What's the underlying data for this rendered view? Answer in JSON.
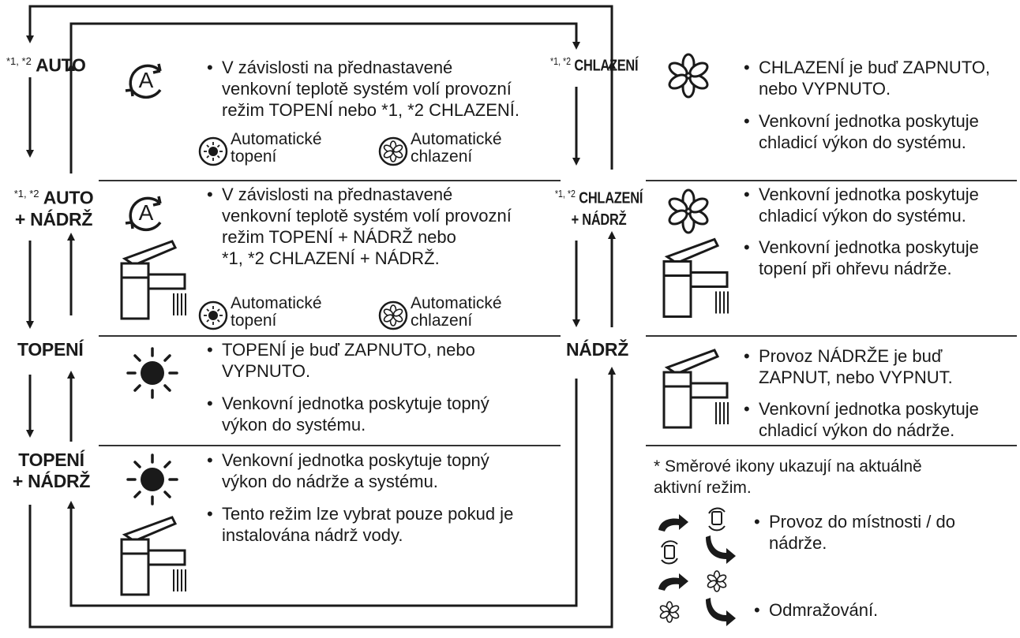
{
  "modes_left": {
    "auto": {
      "sup": "*1, *2",
      "name": "AUTO"
    },
    "auto_tank": {
      "sup": "*1, *2",
      "name": "AUTO",
      "line2": "+ NÁDRŽ"
    },
    "heat": {
      "name": "TOPENÍ"
    },
    "heat_tank": {
      "line1": "TOPENÍ",
      "line2": "+ NÁDRŽ"
    }
  },
  "modes_right": {
    "cool": {
      "sup": "*1, *2",
      "name": "CHLAZENÍ"
    },
    "cool_tank": {
      "sup": "*1, *2",
      "name": "CHLAZENÍ",
      "line2": "+ NÁDRŽ"
    },
    "tank": {
      "name": "NÁDRŽ"
    }
  },
  "descriptions": {
    "auto": "V závislosti na přednastavené\nvenkovní teplotě systém volí provozní\nrežim TOPENÍ nebo *1, *2 CHLAZENÍ.",
    "auto_tank": "V závislosti na přednastavené\nvenkovní teplotě systém volí provozní\nrežim TOPENÍ + NÁDRŽ nebo\n*1, *2 CHLAZENÍ + NÁDRŽ.",
    "heat_1": "TOPENÍ je buď ZAPNUTO, nebo\nVYPNUTO.",
    "heat_2": "Venkovní jednotka poskytuje topný\nvýkon do systému.",
    "heat_tank_1": "Venkovní jednotka poskytuje topný\nvýkon do nádrže a systému.",
    "heat_tank_2": "Tento režim lze vybrat pouze pokud je\ninstalována nádrž vody.",
    "cool_1": "CHLAZENÍ je buď ZAPNUTO,\nnebo VYPNUTO.",
    "cool_2": "Venkovní jednotka poskytuje\nchladicí výkon do systému.",
    "cool_tank_1": "Venkovní jednotka poskytuje\nchladicí výkon do systému.",
    "cool_tank_2": "Venkovní jednotka poskytuje\ntopení při ohřevu nádrže.",
    "tank_1": "Provoz NÁDRŽE je buď\nZAPNUT, nebo VYPNUT.",
    "tank_2": "Venkovní jednotka poskytuje\nchladicí výkon do nádrže."
  },
  "sublabels": {
    "auto_heat": "Automatické\ntopení",
    "auto_cool": "Automatické\nchlazení"
  },
  "bullet_char": "•",
  "notes": {
    "direction": "* Směrové ikony ukazují na aktuálně\n  aktivní režim.",
    "room_tank": "Provoz do místnosti / do\nnádrže.",
    "defrost": "Odmražování."
  },
  "icons": {
    "auto": "auto-mode-icon",
    "heat": "sun-icon",
    "cool": "snowflake-icon",
    "tank": "faucet-icon",
    "auto_heat": "auto-heat-icon",
    "auto_cool": "auto-cool-icon",
    "direction": "direction-arrow-icon",
    "defrost": "defrost-icon"
  },
  "colors": {
    "ink": "#1a1a1a",
    "rule": "#333333",
    "background": "#ffffff"
  }
}
